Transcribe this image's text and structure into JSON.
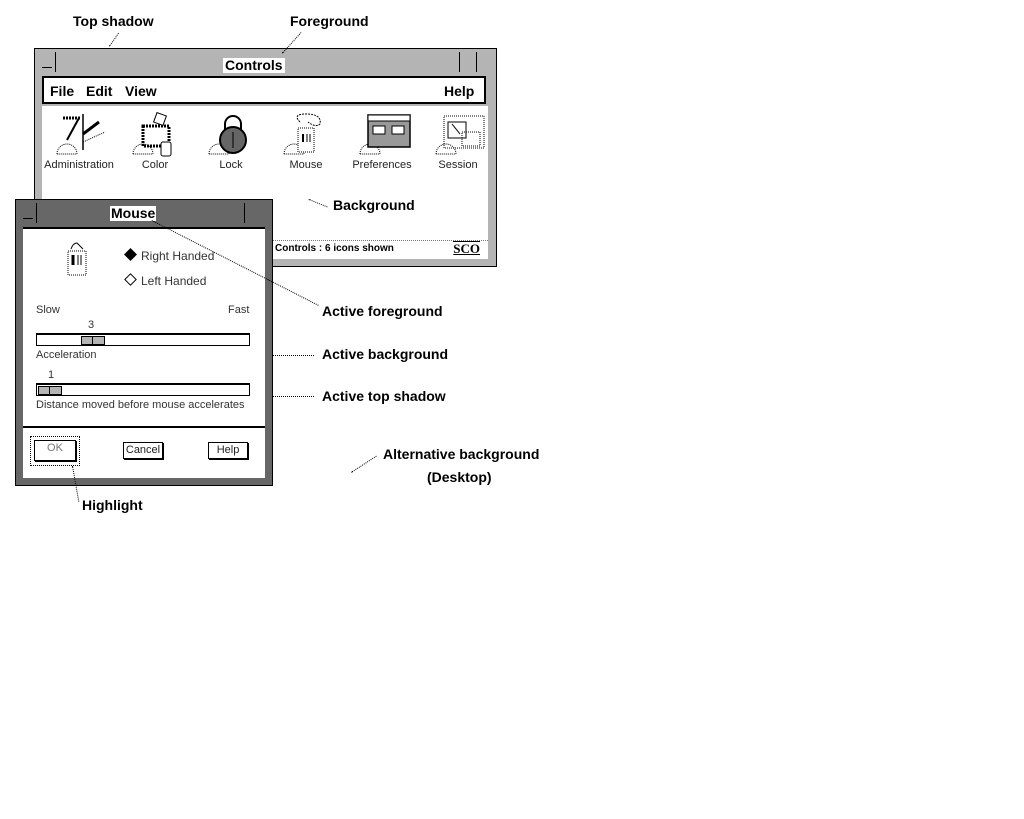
{
  "callouts": {
    "top_shadow": "Top shadow",
    "foreground": "Foreground",
    "background": "Background",
    "active_foreground": "Active foreground",
    "active_background": "Active background",
    "active_top_shadow": "Active top shadow",
    "alternative_background": "Alternative background",
    "desktop": "(Desktop)",
    "highlight": "Highlight"
  },
  "controls_window": {
    "title": "Controls",
    "menu": {
      "file": "File",
      "edit": "Edit",
      "view": "View",
      "help": "Help"
    },
    "icons": [
      {
        "label": "Administration",
        "icon": "administration-icon"
      },
      {
        "label": "Color",
        "icon": "color-icon"
      },
      {
        "label": "Lock",
        "icon": "lock-icon"
      },
      {
        "label": "Mouse",
        "icon": "mouse-icon"
      },
      {
        "label": "Preferences",
        "icon": "preferences-icon"
      },
      {
        "label": "Session",
        "icon": "session-icon"
      }
    ],
    "status": "Controls : 6 icons shown",
    "logo": "SCO"
  },
  "mouse_window": {
    "title": "Mouse",
    "handedness": {
      "right": "Right Handed",
      "left": "Left Handed",
      "selected": "right"
    },
    "speed": {
      "slow": "Slow",
      "fast": "Fast",
      "value": "3",
      "label": "Acceleration"
    },
    "threshold": {
      "value": "1",
      "label": "Distance moved before mouse accelerates"
    },
    "buttons": {
      "ok": "OK",
      "cancel": "Cancel",
      "help": "Help"
    }
  }
}
